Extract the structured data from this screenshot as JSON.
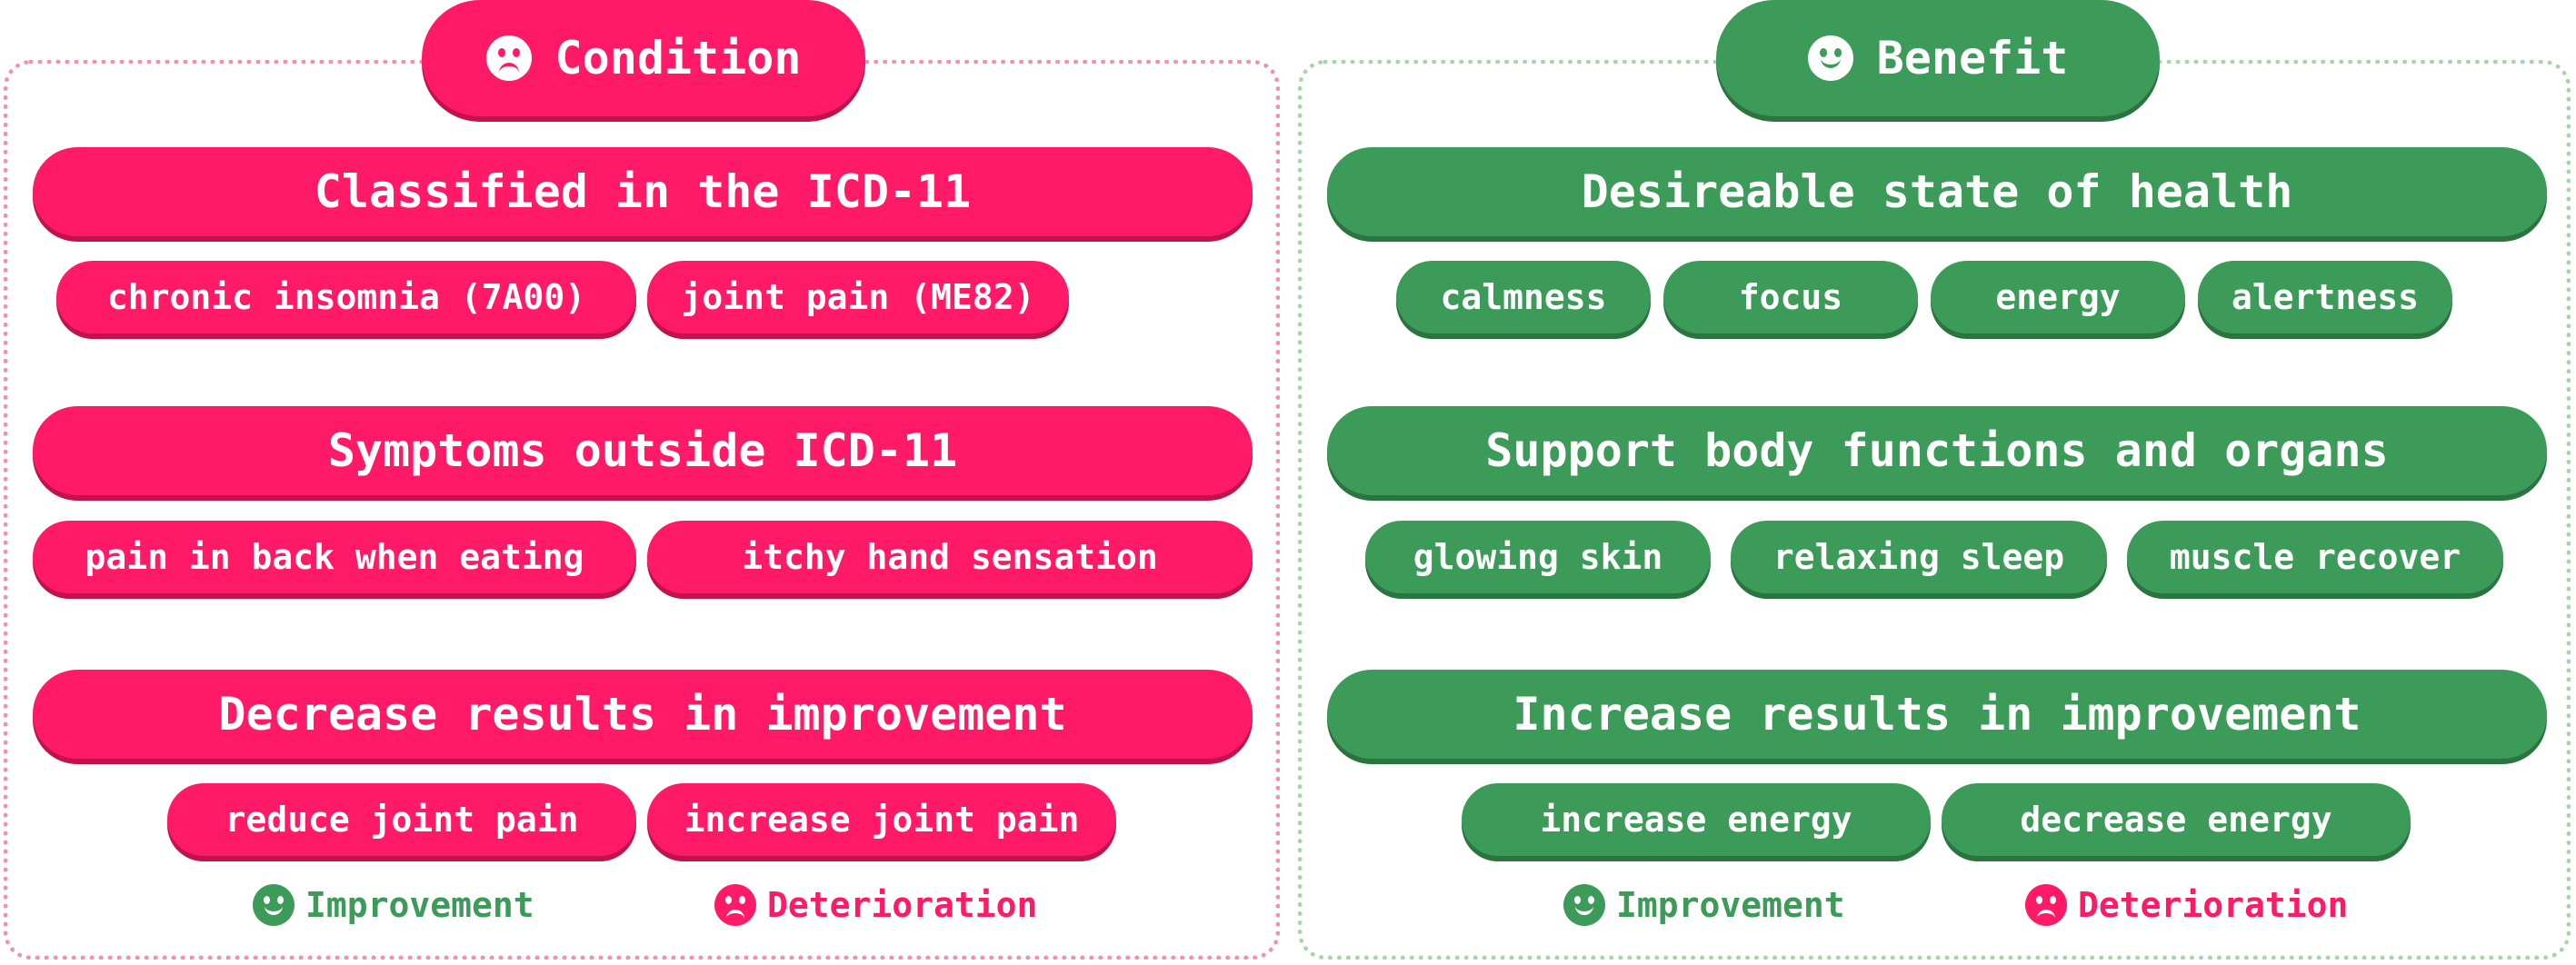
{
  "colors": {
    "condition": "#ff1a68",
    "benefit": "#3c9b59",
    "condition_border": "#f48fb1",
    "benefit_border": "#a5d6a7"
  },
  "condition": {
    "title": "Condition",
    "icon": "sad-face-icon",
    "sections": [
      {
        "heading": "Classified in the ICD-11",
        "chips": [
          "chronic insomnia (7A00)",
          "joint pain (ME82)"
        ]
      },
      {
        "heading": "Symptoms outside ICD-11",
        "chips": [
          "pain in back when eating",
          "itchy hand sensation"
        ]
      },
      {
        "heading": "Decrease results in improvement",
        "chips": [
          "reduce joint pain",
          "increase joint pain"
        ]
      }
    ],
    "legend": {
      "improvement": "Improvement",
      "deterioration": "Deterioration"
    }
  },
  "benefit": {
    "title": "Benefit",
    "icon": "happy-face-icon",
    "sections": [
      {
        "heading": "Desireable state of health",
        "chips": [
          "calmness",
          "focus",
          "energy",
          "alertness"
        ]
      },
      {
        "heading": "Support body functions and organs",
        "chips": [
          "glowing skin",
          "relaxing sleep",
          "muscle recover"
        ]
      },
      {
        "heading": "Increase results in improvement",
        "chips": [
          "increase energy",
          "decrease energy"
        ]
      }
    ],
    "legend": {
      "improvement": "Improvement",
      "deterioration": "Deterioration"
    }
  }
}
